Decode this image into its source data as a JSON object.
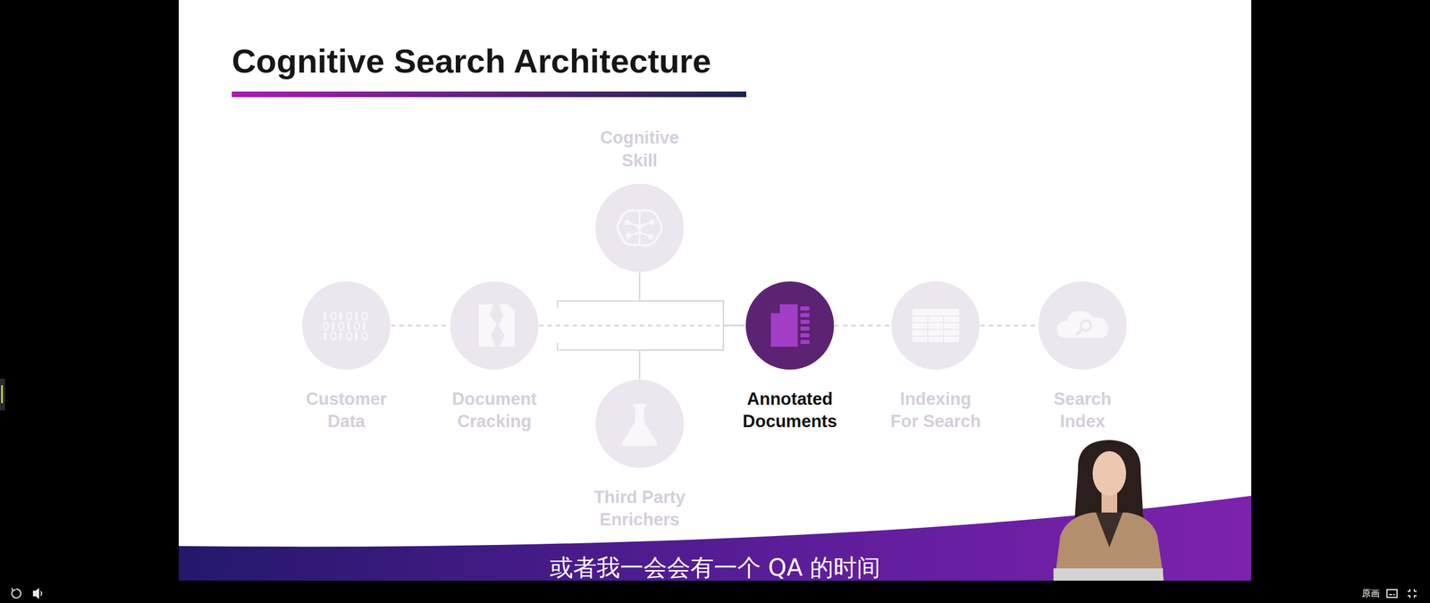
{
  "diagram": {
    "title": "Cognitive Search Architecture",
    "nodes": [
      {
        "text": [
          "Customer Data"
        ]
      },
      {
        "text": [
          "Document Cracking"
        ]
      },
      {
        "text": [
          "Cognitive Skill"
        ]
      },
      {
        "text": [
          "Third Party Enrichers"
        ]
      },
      {
        "text": [
          "Annotated Documents"
        ]
      },
      {
        "text": [
          "Indexing For Search"
        ]
      },
      {
        "text": [
          "Search Index"
        ]
      }
    ],
    "edges": [
      {
        "from": 0,
        "to": 1,
        "arrow": "none"
      },
      {
        "from": 1,
        "to": 4,
        "arrow": "none"
      },
      {
        "from": 2,
        "to": 4,
        "arrow": "none"
      },
      {
        "from": 3,
        "to": 4,
        "arrow": "none"
      },
      {
        "from": 4,
        "to": 5,
        "arrow": "none"
      },
      {
        "from": 5,
        "to": 6,
        "arrow": "none"
      }
    ],
    "labels": [
      "或者我一会会有一个 QA 的时间",
      "原画"
    ]
  }
}
